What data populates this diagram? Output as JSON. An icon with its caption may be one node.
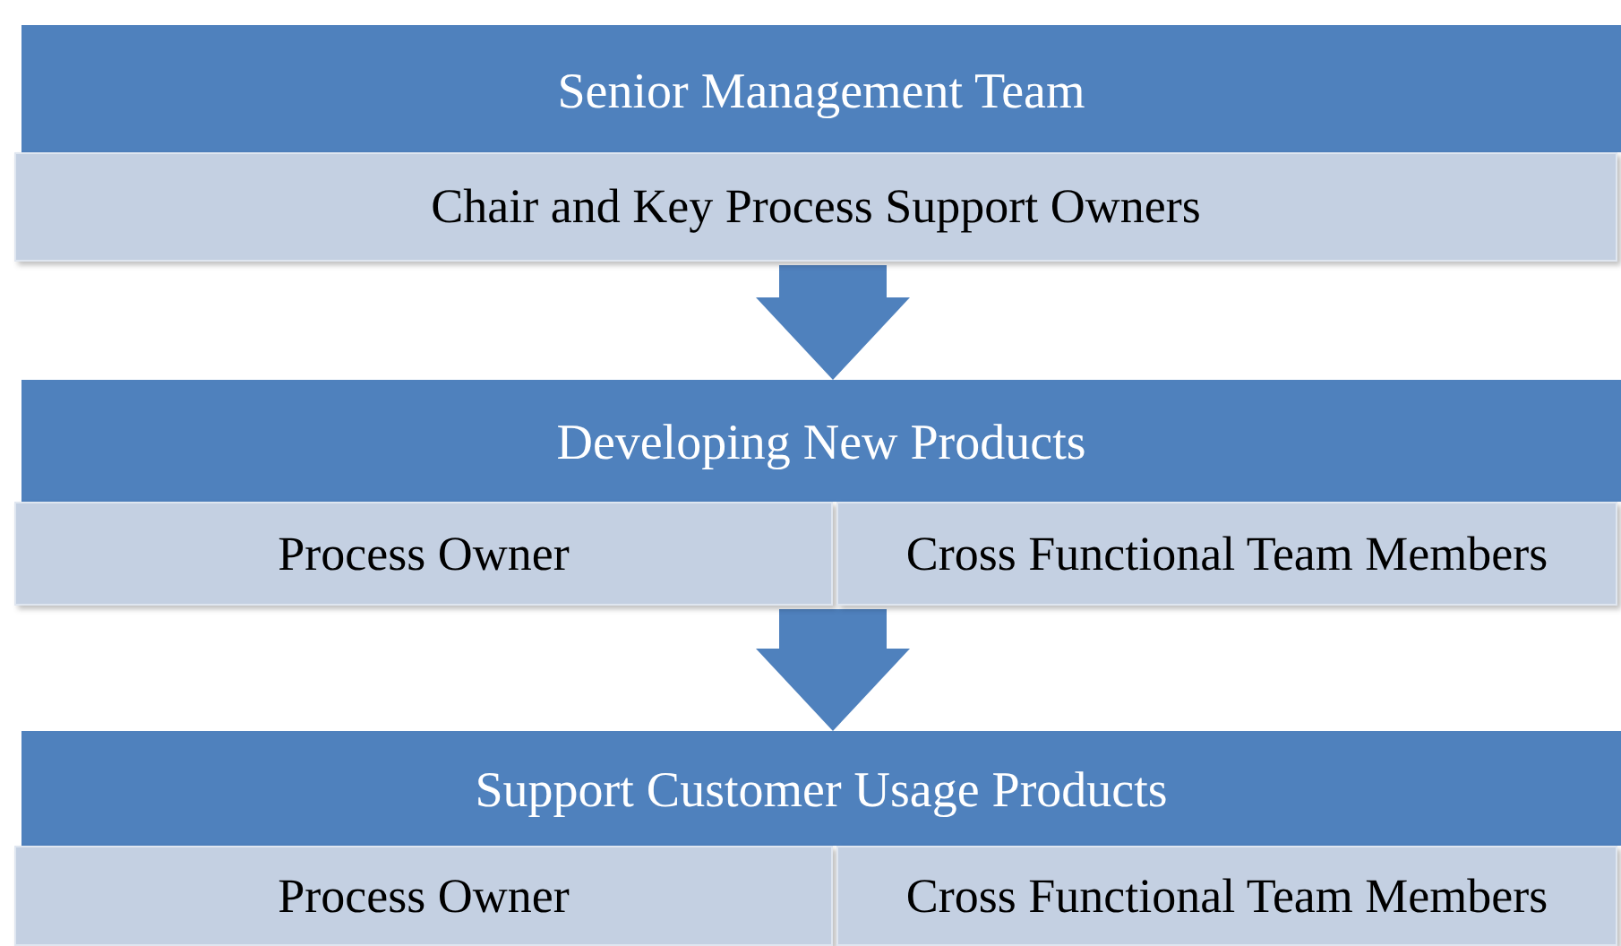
{
  "diagram": {
    "nodes": [
      {
        "text": [
          "Senior Management Team"
        ]
      },
      {
        "text": [
          "Chair and Key Process Support Owners"
        ]
      },
      {
        "text": [
          "Developing New Products"
        ]
      },
      {
        "text": [
          "Process Owner"
        ]
      },
      {
        "text": [
          "Cross Functional Team Members"
        ]
      },
      {
        "text": [
          "Support Customer Usage Products"
        ]
      },
      {
        "text": [
          "Process Owner"
        ]
      },
      {
        "text": [
          "Cross Functional Team Members"
        ]
      }
    ],
    "edges": [
      {
        "from": 1,
        "to": 2,
        "arrow": "to"
      },
      {
        "from": 3,
        "to": 5,
        "arrow": "to"
      },
      {
        "from": 4,
        "to": 5,
        "arrow": "to"
      }
    ]
  }
}
